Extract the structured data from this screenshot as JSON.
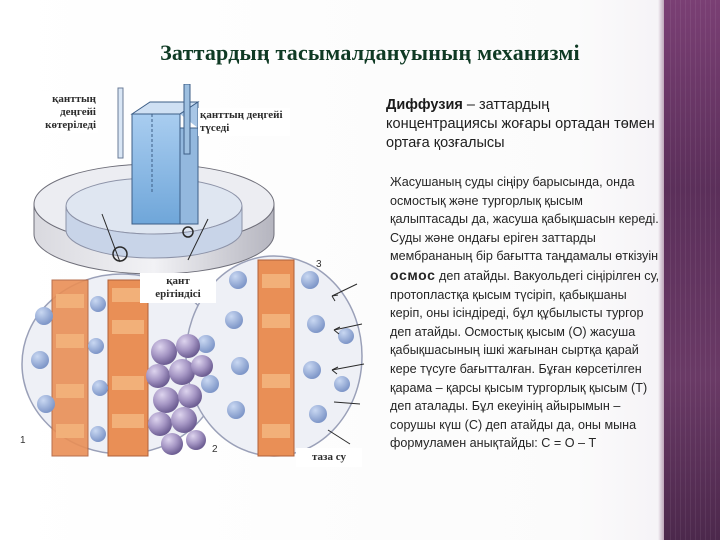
{
  "slide": {
    "title": "Заттардың тасымалдануының механизмі",
    "colors": {
      "title": "#0f3a24",
      "band": "#5b2f5a",
      "cell_blue": "#7fb5e0",
      "cytoplasm": "#e58c55",
      "vacuole_sphere": "#a89ac4"
    }
  },
  "illustration": {
    "label_level_up": "қанттың деңгейі көтеріледі",
    "label_level_down": "қанттың деңгейі түседі",
    "label_sugar_solution": "қант ерітіндісі",
    "label_pure_water": "таза су",
    "number_1": "1",
    "number_2": "2",
    "number_3": "3"
  },
  "diffusion": {
    "term": "Диффузия",
    "definition": " – заттардың концентрациясы жоғары ортадан төмен ортаға қозғалысы"
  },
  "osmosis": {
    "text_before": "Жасушаның суды сіңіру барысында, онда осмостық және тургорлық қысым қалыптасады да, жасуша қабықшасын кереді. Суды және ондағы еріген заттарды мембрананың бір бағытта таңдамалы өткізуін ",
    "term": "осмос",
    "text_after": " деп атайды. Вакуольдегі сіңірілген су, протопластқа қысым түсіріп, қабықшаны керіп, оны ісіндіреді, бұл құбылысты тургор деп атайды. Осмостық қысым (О) жасуша қабықшасының ішкі жағынан сыртқа қарай кере түсуге бағытталған. Бұған көрсетілген қарама – қарсы қысым тургорлық қысым (Т) деп аталады. Бұл екеуінің айырымын – сорушы күш (С) деп атайды да, оны мына формуламен анықтайды: С = О – Т"
  }
}
